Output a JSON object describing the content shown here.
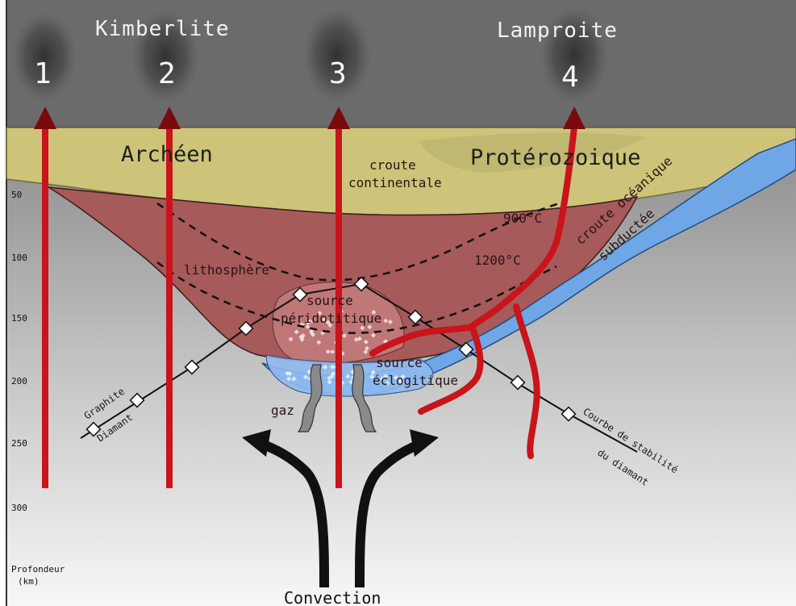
{
  "header": {
    "kimberlite": "Kimberlite",
    "lamproite": "Lamproite",
    "pipes": [
      "1",
      "2",
      "3",
      "4"
    ]
  },
  "regions": {
    "archean": "Archéen",
    "proterozoic": "Protérozoique",
    "crust_line1": "croute",
    "crust_line2": "continentale",
    "ocean_line1": "croute océanique",
    "ocean_line2": "subductée",
    "lithosphere": "lithosphère",
    "perido_line1": "source",
    "perido_line2": "péridotitique",
    "eclog_line1": "source",
    "eclog_line2": "éclogitique",
    "gas": "gaz",
    "convection": "Convection"
  },
  "isotherms": {
    "t900": "900°C",
    "t1200": "1200°C"
  },
  "stability": {
    "graphite": "Graphite",
    "diamant": "Diamant",
    "curve_line1": "Courbe de stabilité",
    "curve_line2": "du diamant"
  },
  "depth_axis": {
    "title_line1": "Profondeur",
    "title_line2": "(km)",
    "ticks": [
      "50",
      "100",
      "150",
      "200",
      "250",
      "300"
    ]
  },
  "colors": {
    "sky": "#6b6b6b",
    "crust": "#cdc47a",
    "lithosphere": "#a65a5a",
    "ocean_crust": "#6ea6e6",
    "magma": "#c8141a",
    "arrow": "#111111"
  }
}
